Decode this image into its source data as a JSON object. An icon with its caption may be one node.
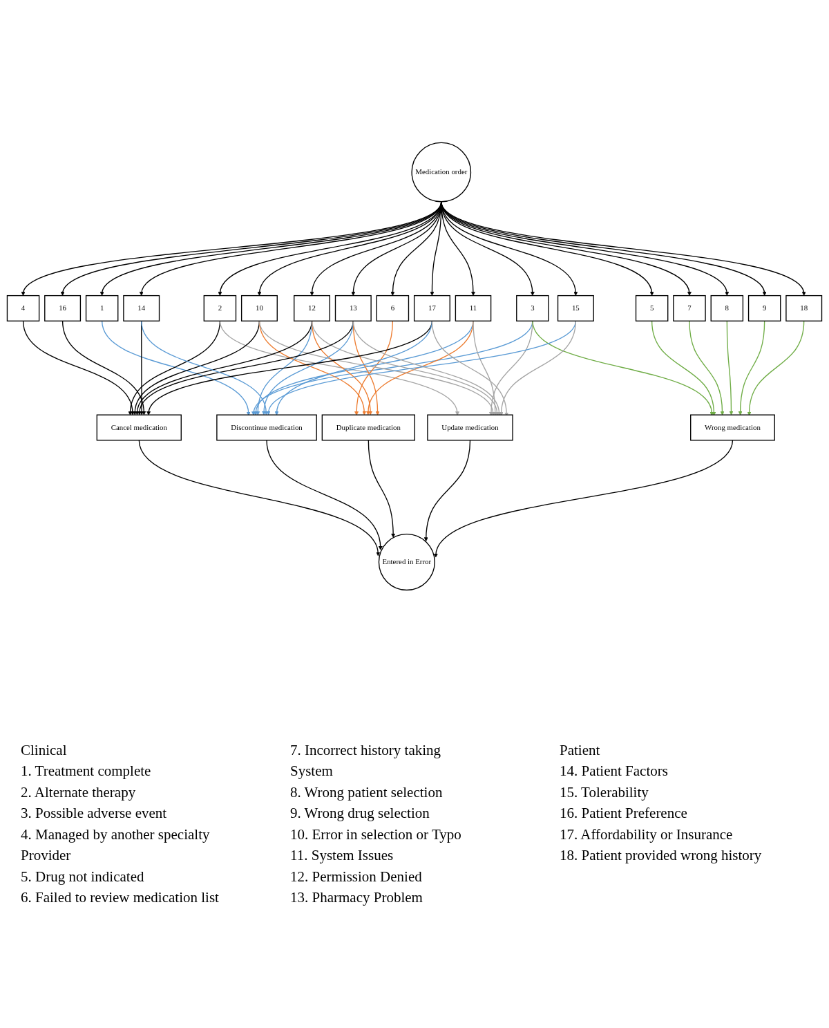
{
  "diagram": {
    "nodes": [
      {
        "text": [
          "Medication order"
        ]
      },
      {
        "text": [
          "1"
        ]
      },
      {
        "text": [
          "2"
        ]
      },
      {
        "text": [
          "3"
        ]
      },
      {
        "text": [
          "4"
        ]
      },
      {
        "text": [
          "5"
        ]
      },
      {
        "text": [
          "6"
        ]
      },
      {
        "text": [
          "7"
        ]
      },
      {
        "text": [
          "8"
        ]
      },
      {
        "text": [
          "9"
        ]
      },
      {
        "text": [
          "10"
        ]
      },
      {
        "text": [
          "11"
        ]
      },
      {
        "text": [
          "12"
        ]
      },
      {
        "text": [
          "13"
        ]
      },
      {
        "text": [
          "14"
        ]
      },
      {
        "text": [
          "15"
        ]
      },
      {
        "text": [
          "16"
        ]
      },
      {
        "text": [
          "17"
        ]
      },
      {
        "text": [
          "18"
        ]
      },
      {
        "text": [
          "Cancel medication"
        ]
      },
      {
        "text": [
          "Discontinue medication"
        ]
      },
      {
        "text": [
          "Duplicate medication"
        ]
      },
      {
        "text": [
          "Update medication"
        ]
      },
      {
        "text": [
          "Wrong medication"
        ]
      },
      {
        "text": [
          "Entered in Error"
        ]
      }
    ],
    "edges": [
      {
        "from": 0,
        "to": 1,
        "arrow": "to"
      },
      {
        "from": 0,
        "to": 2,
        "arrow": "to"
      },
      {
        "from": 0,
        "to": 3,
        "arrow": "to"
      },
      {
        "from": 0,
        "to": 4,
        "arrow": "to"
      },
      {
        "from": 0,
        "to": 5,
        "arrow": "to"
      },
      {
        "from": 0,
        "to": 6,
        "arrow": "to"
      },
      {
        "from": 0,
        "to": 7,
        "arrow": "to"
      },
      {
        "from": 0,
        "to": 8,
        "arrow": "to"
      },
      {
        "from": 0,
        "to": 9,
        "arrow": "to"
      },
      {
        "from": 0,
        "to": 10,
        "arrow": "to"
      },
      {
        "from": 0,
        "to": 11,
        "arrow": "to"
      },
      {
        "from": 0,
        "to": 12,
        "arrow": "to"
      },
      {
        "from": 0,
        "to": 13,
        "arrow": "to"
      },
      {
        "from": 0,
        "to": 14,
        "arrow": "to"
      },
      {
        "from": 0,
        "to": 15,
        "arrow": "to"
      },
      {
        "from": 0,
        "to": 16,
        "arrow": "to"
      },
      {
        "from": 0,
        "to": 17,
        "arrow": "to"
      },
      {
        "from": 0,
        "to": 18,
        "arrow": "to"
      },
      {
        "from": 1,
        "to": 20,
        "arrow": "to",
        "color": "#5b9bd5"
      },
      {
        "from": 2,
        "to": 19,
        "arrow": "to"
      },
      {
        "from": 2,
        "to": 22,
        "arrow": "to",
        "color": "#a5a5a5"
      },
      {
        "from": 3,
        "to": 20,
        "arrow": "to",
        "color": "#5b9bd5"
      },
      {
        "from": 3,
        "to": 22,
        "arrow": "to",
        "color": "#a5a5a5"
      },
      {
        "from": 3,
        "to": 23,
        "arrow": "to",
        "color": "#70ad47"
      },
      {
        "from": 4,
        "to": 19,
        "arrow": "to"
      },
      {
        "from": 5,
        "to": 23,
        "arrow": "to",
        "color": "#70ad47"
      },
      {
        "from": 6,
        "to": 21,
        "arrow": "to",
        "color": "#ed7d31"
      },
      {
        "from": 7,
        "to": 23,
        "arrow": "to",
        "color": "#70ad47"
      },
      {
        "from": 8,
        "to": 23,
        "arrow": "to",
        "color": "#70ad47"
      },
      {
        "from": 9,
        "to": 23,
        "arrow": "to",
        "color": "#70ad47"
      },
      {
        "from": 10,
        "to": 19,
        "arrow": "to"
      },
      {
        "from": 10,
        "to": 21,
        "arrow": "to",
        "color": "#ed7d31"
      },
      {
        "from": 10,
        "to": 22,
        "arrow": "to",
        "color": "#a5a5a5"
      },
      {
        "from": 11,
        "to": 20,
        "arrow": "to",
        "color": "#5b9bd5"
      },
      {
        "from": 11,
        "to": 21,
        "arrow": "to",
        "color": "#ed7d31"
      },
      {
        "from": 11,
        "to": 22,
        "arrow": "to",
        "color": "#a5a5a5"
      },
      {
        "from": 12,
        "to": 19,
        "arrow": "to"
      },
      {
        "from": 12,
        "to": 20,
        "arrow": "to",
        "color": "#5b9bd5"
      },
      {
        "from": 12,
        "to": 21,
        "arrow": "to",
        "color": "#ed7d31"
      },
      {
        "from": 12,
        "to": 22,
        "arrow": "to",
        "color": "#a5a5a5"
      },
      {
        "from": 13,
        "to": 19,
        "arrow": "to"
      },
      {
        "from": 13,
        "to": 20,
        "arrow": "to",
        "color": "#5b9bd5"
      },
      {
        "from": 13,
        "to": 21,
        "arrow": "to",
        "color": "#ed7d31"
      },
      {
        "from": 13,
        "to": 22,
        "arrow": "to",
        "color": "#a5a5a5"
      },
      {
        "from": 14,
        "to": 19,
        "arrow": "to"
      },
      {
        "from": 14,
        "to": 20,
        "arrow": "to",
        "color": "#5b9bd5"
      },
      {
        "from": 15,
        "to": 20,
        "arrow": "to",
        "color": "#5b9bd5"
      },
      {
        "from": 15,
        "to": 22,
        "arrow": "to",
        "color": "#a5a5a5"
      },
      {
        "from": 16,
        "to": 19,
        "arrow": "to"
      },
      {
        "from": 17,
        "to": 19,
        "arrow": "to"
      },
      {
        "from": 17,
        "to": 20,
        "arrow": "to",
        "color": "#5b9bd5"
      },
      {
        "from": 17,
        "to": 22,
        "arrow": "to",
        "color": "#a5a5a5"
      },
      {
        "from": 18,
        "to": 23,
        "arrow": "to",
        "color": "#70ad47"
      },
      {
        "from": 19,
        "to": 24,
        "arrow": "to"
      },
      {
        "from": 20,
        "to": 24,
        "arrow": "to"
      },
      {
        "from": 21,
        "to": 24,
        "arrow": "to"
      },
      {
        "from": 22,
        "to": 24,
        "arrow": "to"
      },
      {
        "from": 23,
        "to": 24,
        "arrow": "to"
      }
    ],
    "labels": [
      "Clinical",
      "1. Treatment complete",
      "2. Alternate therapy",
      "3. Possible adverse event",
      "4. Managed by another specialty",
      "Provider",
      "5. Drug not indicated",
      "6. Failed to review medication list",
      "7. Incorrect history taking",
      "System",
      "8. Wrong patient selection",
      "9. Wrong drug selection",
      "10. Error in selection or Typo",
      "11. System Issues",
      "12. Permission Denied",
      "13. Pharmacy Problem",
      "Patient",
      "14. Patient Factors",
      "15. Tolerability",
      "16. Patient Preference",
      "17. Affordability or Insurance",
      "18. Patient provided wrong history"
    ]
  }
}
